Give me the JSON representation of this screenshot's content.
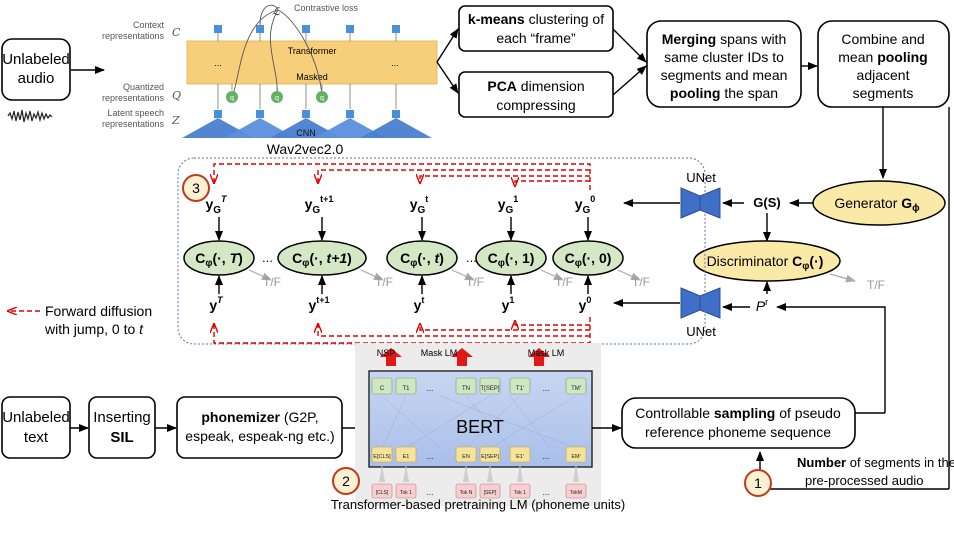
{
  "inputs": {
    "audio": [
      "Unlabeled",
      "audio"
    ],
    "text": [
      "Unlabeled",
      "text"
    ]
  },
  "wav2vec": {
    "caption": "Wav2vec2.0",
    "contrastive_loss": "Contrastive loss",
    "loss_symbol": "ℒ",
    "context_label": [
      "Context",
      "representations"
    ],
    "quantized_label": [
      "Quantized",
      "representations"
    ],
    "latent_label": [
      "Latent speech",
      "representations"
    ],
    "sym_c": "C",
    "sym_q": "Q",
    "sym_z": "Z",
    "transformer": "Transformer",
    "masked": "Masked",
    "cnn": "CNN",
    "ellipsis": "...",
    "q_node": "q"
  },
  "steps": {
    "kmeans": {
      "bold": "k-means",
      "rest": " clustering of",
      "line2": "each “frame”"
    },
    "pca": {
      "bold": "PCA",
      "rest": " dimension",
      "line2": "compressing"
    },
    "merging": {
      "l1_bold": "Merging",
      "l1_rest": " spans with",
      "l2": "same cluster IDs to",
      "l3": "segments and mean",
      "l4_bold": "pooling",
      "l4_rest": " the span"
    },
    "combine": {
      "l1": "Combine and",
      "l2_pre": "mean ",
      "l2_bold": "pooling",
      "l3": "adjacent",
      "l4": "segments"
    },
    "inserting": {
      "l1": "Inserting",
      "l2": "SIL"
    },
    "phonemizer": {
      "l1_bold": "phonemizer",
      "l1_rest": " (G2P,",
      "l2": "espeak, espeak-ng etc.)"
    },
    "sampling": {
      "l1_pre": "Controllable ",
      "l1_bold": "sampling",
      "l1_rest": " of pseudo",
      "l2": "reference phoneme sequence"
    }
  },
  "generator": {
    "label": "Generator ",
    "sub": "G",
    "phi": "ϕ"
  },
  "discriminator": {
    "label": "Discriminator ",
    "c": "C",
    "phi": "φ",
    "arg": "(·)"
  },
  "gs": "G(S)",
  "pr": {
    "p": "P",
    "sup": "r"
  },
  "unet": "UNet",
  "tf": "T/F",
  "legend": {
    "l1": "Forward diffusion",
    "l2_pre": "with jump, 0 to ",
    "l2_t": "t"
  },
  "diffusion": {
    "yg_sup": [
      "T",
      "t+1",
      "t",
      "1",
      "0"
    ],
    "c_args": [
      "T",
      "t+1",
      "t",
      "1",
      "0"
    ],
    "y_sup": [
      "T",
      "t+1",
      "t",
      "1",
      "0"
    ],
    "dots": "..."
  },
  "bert": {
    "title": "BERT",
    "nsp": "NSP",
    "mask_lm": "Mask LM",
    "caption": "Transformer-based pretraining LM (phoneme units)",
    "top_tokens": [
      "C",
      "T1",
      "...",
      "TN",
      "T[SEP]",
      "T1'",
      "...",
      "TM'"
    ],
    "emb_tokens": [
      "E[CLS]",
      "E1",
      "...",
      "EN",
      "E[SEP]",
      "E1'",
      "...",
      "EM'"
    ],
    "input_tokens": [
      "[CLS]",
      "Tok 1",
      "...",
      "Tok N",
      "[SEP]",
      "Tok 1",
      "...",
      "TokM"
    ]
  },
  "number_note": {
    "bold": "Number",
    "rest": " of segments in the",
    "l2": "pre-processed audio"
  },
  "markers": [
    "1",
    "2",
    "3"
  ]
}
